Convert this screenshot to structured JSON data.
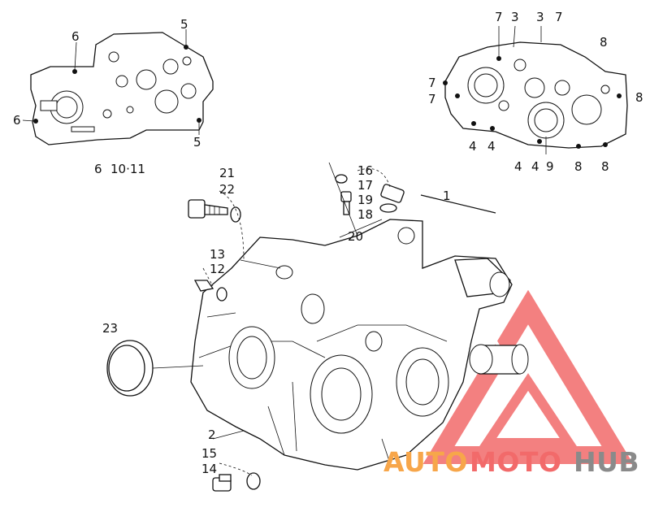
{
  "colors": {
    "logo_red": "#f26a6a",
    "logo_orange": "#f7a64a",
    "logo_gray": "#8a8a8a",
    "line": "#111111"
  },
  "callouts": {
    "top_left": [
      "6",
      "5",
      "6",
      "5",
      "6",
      "10·11"
    ],
    "top_right": [
      "7",
      "3",
      "3",
      "7",
      "8",
      "7",
      "7",
      "8",
      "4",
      "4",
      "4",
      "4",
      "9",
      "8",
      "8"
    ],
    "main": [
      "21",
      "22",
      "16",
      "17",
      "19",
      "18",
      "1",
      "20",
      "13",
      "12",
      "23",
      "2",
      "15",
      "14"
    ]
  },
  "watermark": {
    "part1": "AUTO",
    "part2": "MOTO",
    "part3": "HUB"
  }
}
